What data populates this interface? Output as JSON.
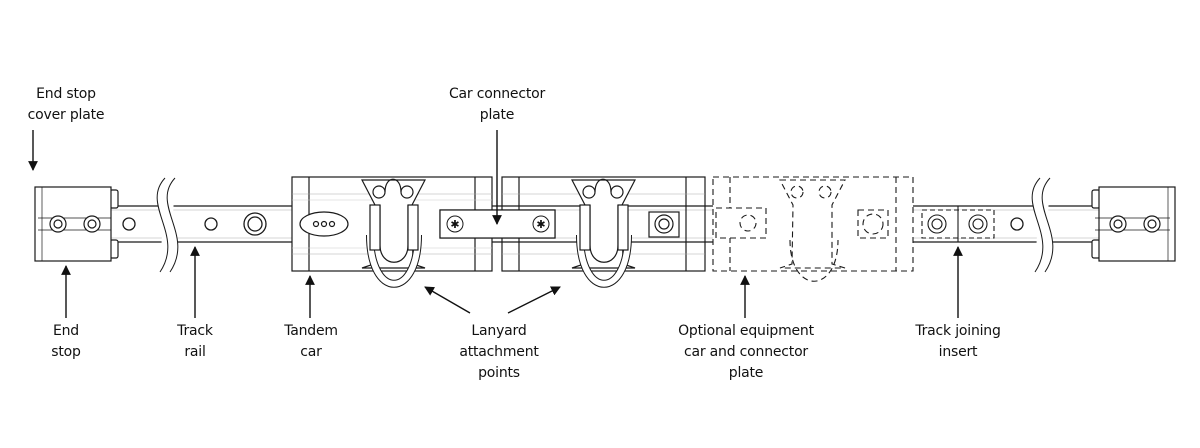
{
  "diagram": {
    "title": "Tandem car track system",
    "colors": {
      "line": "#1a1a1a",
      "light": "#9a9a9a",
      "background": "#ffffff"
    },
    "labels": {
      "end_stop_cover_plate": {
        "line1": "End stop",
        "line2": "cover plate"
      },
      "car_connector_plate": {
        "line1": "Car connector",
        "line2": "plate"
      },
      "end_stop": {
        "line1": "End",
        "line2": "stop"
      },
      "track_rail": {
        "line1": "Track",
        "line2": "rail"
      },
      "tandem_car": {
        "line1": "Tandem",
        "line2": "car"
      },
      "lanyard_attachment_points": {
        "line1": "Lanyard",
        "line2": "attachment",
        "line3": "points"
      },
      "optional_equipment": {
        "line1": "Optional equipment",
        "line2": "car and connector",
        "line3": "plate"
      },
      "track_joining_insert": {
        "line1": "Track joining",
        "line2": "insert"
      }
    }
  }
}
